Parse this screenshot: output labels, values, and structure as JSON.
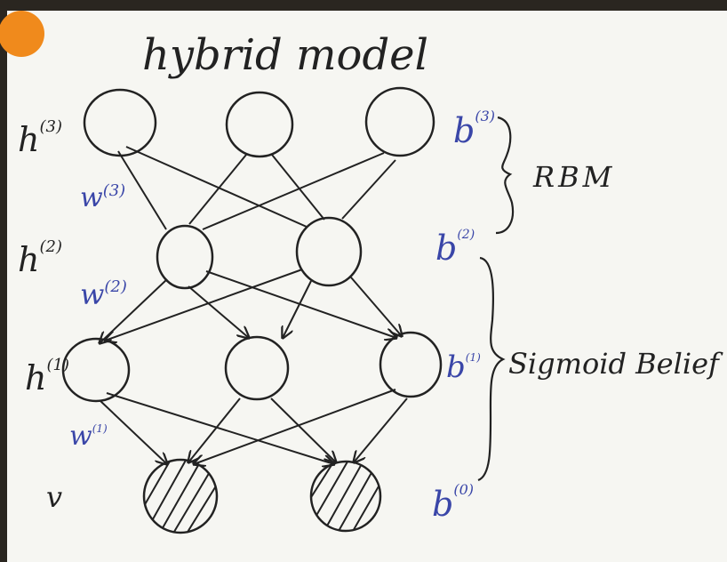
{
  "title": "hybrid model",
  "layer_labels": [
    "h",
    "h",
    "h",
    "v"
  ],
  "layer_superscripts": [
    "(3)",
    "(2)",
    "(1)",
    ""
  ],
  "weight_labels": [
    "w",
    "w",
    "w"
  ],
  "weight_superscripts": [
    "(3)",
    "(2)",
    "(1)"
  ],
  "bias_labels": [
    "b",
    "b",
    "b",
    "b"
  ],
  "bias_superscripts": [
    "(3)",
    "(2)",
    "(1)",
    "(0)"
  ],
  "braces": {
    "rbm": "RBM",
    "sigmoid": "Sigmoid Belief"
  },
  "colors": {
    "board": "#f6f6f2",
    "ink": "#222222",
    "blue_ink": "#3a46a8",
    "magnet": "#f08a1c"
  }
}
